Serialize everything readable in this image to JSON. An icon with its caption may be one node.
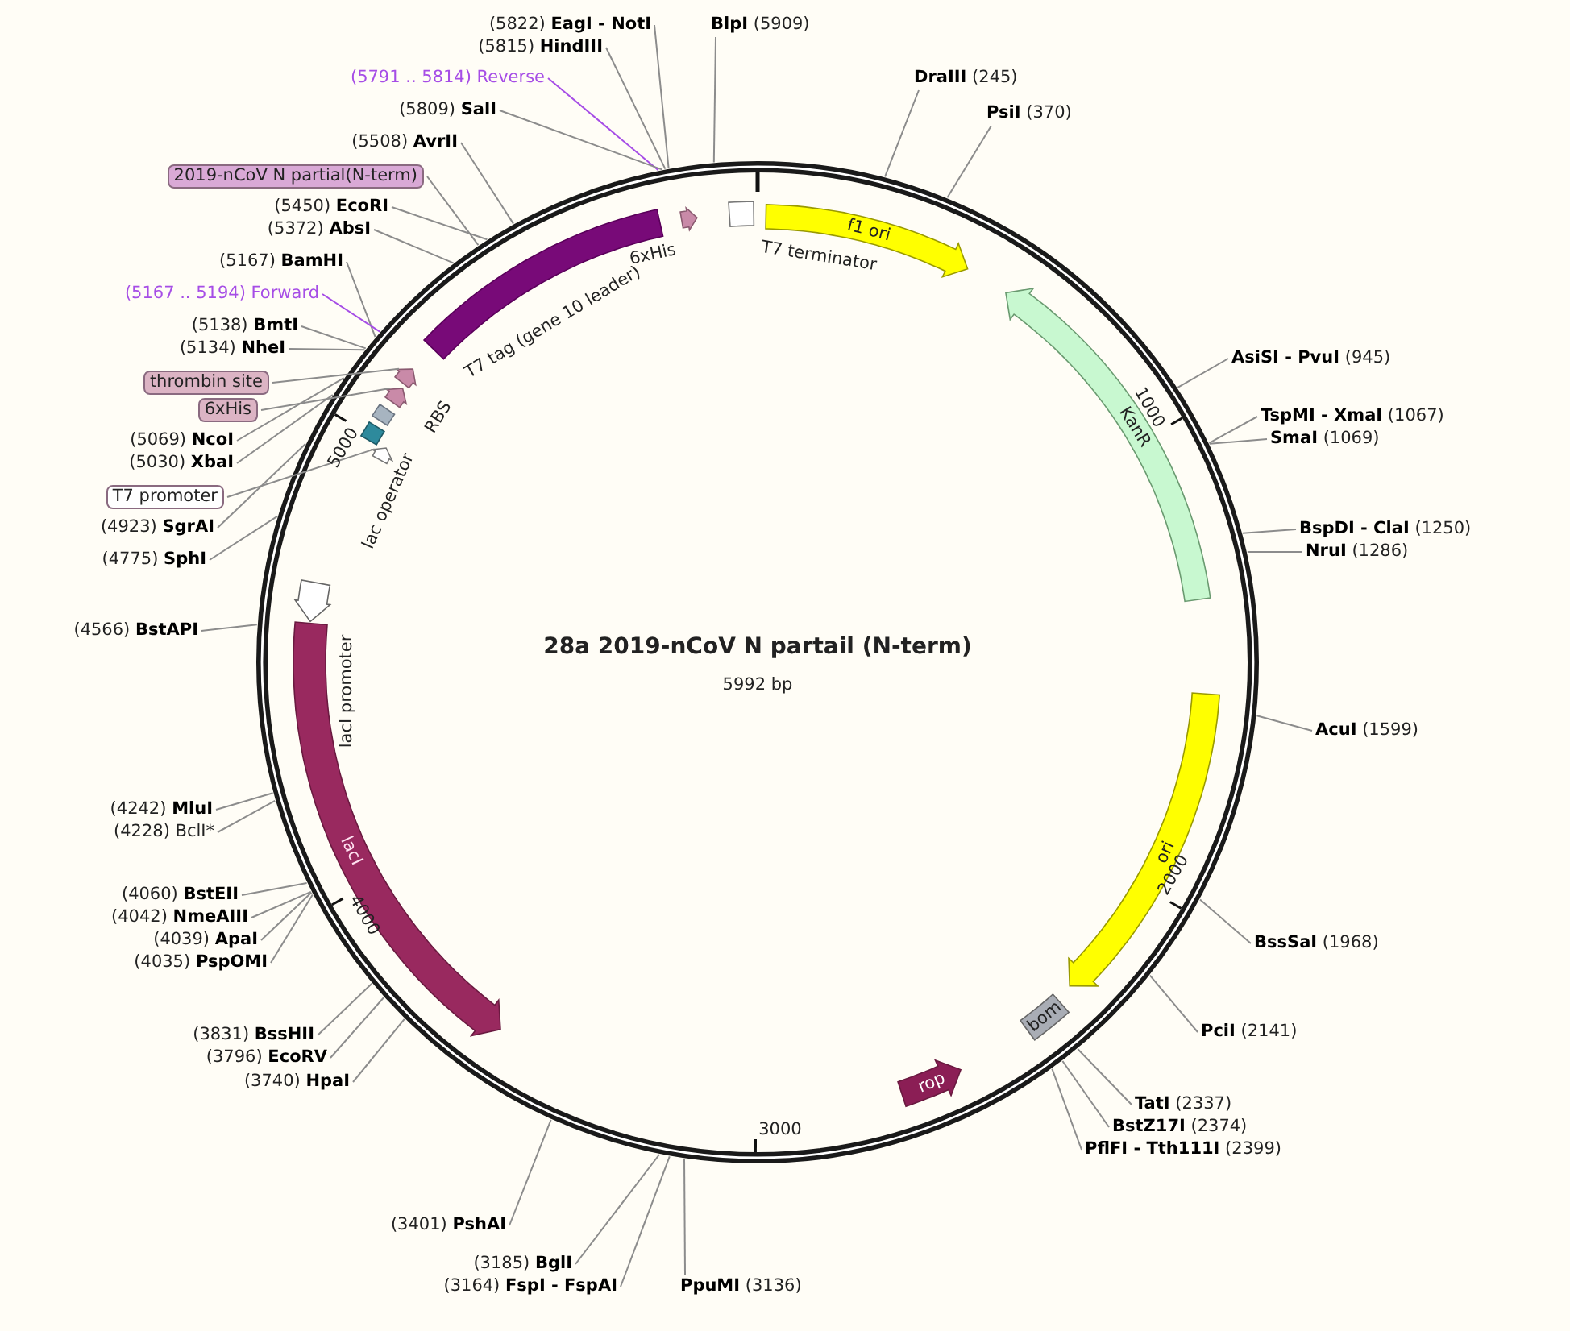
{
  "diagram": {
    "title": "28a 2019-nCoV N partail (N-term)",
    "nodes": [
      {
        "text": [],
        "shape": "circle"
      },
      {
        "text": [
          "(5822) **EagI - NotI**"
        ]
      },
      {
        "text": [
          "(5815) **HindIII**"
        ]
      },
      {
        "text": [
          "(5791 .. 5814) Reverse"
        ]
      },
      {
        "text": [
          "(5809) **SalI**"
        ]
      },
      {
        "text": [
          "(5508) **AvrII**"
        ]
      },
      {
        "text": [
          "2019-nCoV N partial(N-term)"
        ]
      },
      {
        "text": [
          "(5450) **EcoRI**"
        ]
      },
      {
        "text": [
          "(5372) **AbsI**"
        ]
      },
      {
        "text": [
          "(5167) **BamHI**"
        ]
      },
      {
        "text": [
          "(5167 .. 5194) Forward"
        ]
      },
      {
        "text": [
          "(5138) **BmtI**"
        ]
      },
      {
        "text": [
          "(5134) **NheI**"
        ]
      },
      {
        "text": [
          "thrombin site"
        ]
      },
      {
        "text": [
          "6xHis"
        ]
      },
      {
        "text": [
          "(5069) **NcoI**"
        ]
      },
      {
        "text": [
          "(5030) **XbaI**"
        ]
      },
      {
        "text": [
          "T7 promoter"
        ]
      },
      {
        "text": [
          "(4923) **SgrAI**"
        ]
      },
      {
        "text": [
          "(4775) **SphI**"
        ]
      },
      {
        "text": [
          "(4566) **BstAPI**"
        ]
      },
      {
        "text": [
          "(4242) **MluI**"
        ]
      },
      {
        "text": [
          "(4228) BclI*"
        ]
      },
      {
        "text": [
          "(4060) **BstEII**"
        ]
      },
      {
        "text": [
          "(4042) **NmeAIII**"
        ]
      },
      {
        "text": [
          "(4039) **ApaI**"
        ]
      },
      {
        "text": [
          "(4035) **PspOMI**"
        ]
      },
      {
        "text": [
          "(3831) **BssHII**"
        ]
      },
      {
        "text": [
          "(3796) **EcoRV**"
        ]
      },
      {
        "text": [
          "(3740) **HpaI**"
        ]
      },
      {
        "text": [
          "(3401) **PshAI**"
        ]
      },
      {
        "text": [
          "(3185) **BglI**"
        ]
      },
      {
        "text": [
          "(3164) **FspI - FspAI**"
        ]
      },
      {
        "text": [
          "**PpuMI** (3136)"
        ]
      },
      {
        "text": [
          "**TatI** (2337)"
        ]
      },
      {
        "text": [
          "**BstZ17I** (2374)"
        ]
      },
      {
        "text": [
          "**PflFI - Tth111I** (2399)"
        ]
      },
      {
        "text": [
          "**PciI** (2141)"
        ]
      },
      {
        "text": [
          "**BssSaI** (1968)"
        ]
      },
      {
        "text": [
          "**AcuI** (1599)"
        ]
      },
      {
        "text": [
          "**NruI** (1286)"
        ]
      },
      {
        "text": [
          "**BspDI - ClaI** (1250)"
        ]
      },
      {
        "text": [
          "**SmaI** (1069)"
        ]
      },
      {
        "text": [
          "**TspMI - XmaI** (1067)"
        ]
      },
      {
        "text": [
          "**AsiSI - PvuI** (945)"
        ]
      },
      {
        "text": [
          "**PsiI** (370)"
        ]
      },
      {
        "text": [
          "**DraIII** (245)"
        ]
      },
      {
        "text": [
          "**BlpI** (5909)"
        ]
      },
      {
        "text": [
          "f1 ori"
        ],
        "in": 0
      },
      {
        "text": [],
        "shape": "box",
        "in": 0
      },
      {
        "text": [],
        "shape": "arrow",
        "in": 0
      },
      {
        "text": [],
        "shape": "bar",
        "beside": [
          "T7 tag (gene 10 leader)"
        ],
        "in": 0
      },
      {
        "text": [],
        "shape": "arrow",
        "in": 0
      },
      {
        "text": [],
        "shape": "arrow",
        "in": 0
      },
      {
        "text": [],
        "shape": "box",
        "in": 0
      },
      {
        "text": [],
        "shape": "arrow",
        "in": 0
      },
      {
        "text": [],
        "shape": "box",
        "beside": [
          "lac operator"
        ],
        "in": 0
      },
      {
        "text": [],
        "shape": "arrow",
        "in": 0
      },
      {
        "text": [
          "lacI"
        ],
        "in": 0
      },
      {
        "text": [
          "rop"
        ],
        "in": 0
      },
      {
        "text": [
          "bom"
        ],
        "in": 0
      },
      {
        "text": [
          "ori"
        ],
        "in": 0
      },
      {
        "text": [
          "KanR"
        ],
        "in": 0
      }
    ],
    "edges": [
      {
        "from": 1,
        "to": 0,
        "arrow": "none"
      },
      {
        "from": 2,
        "to": 0,
        "arrow": "none"
      },
      {
        "from": 3,
        "to": 0,
        "arrow": "none",
        "color": "#a64de6"
      },
      {
        "from": 4,
        "to": 0,
        "arrow": "none"
      },
      {
        "from": 5,
        "to": 0,
        "arrow": "none"
      },
      {
        "from": 6,
        "to": 0,
        "arrow": "none"
      },
      {
        "from": 7,
        "to": 0,
        "arrow": "none"
      },
      {
        "from": 8,
        "to": 0,
        "arrow": "none"
      },
      {
        "from": 9,
        "to": 0,
        "arrow": "none"
      },
      {
        "from": 10,
        "to": 0,
        "arrow": "none",
        "color": "#a64de6"
      },
      {
        "from": 11,
        "to": 0,
        "arrow": "none"
      },
      {
        "from": 12,
        "to": 0,
        "arrow": "none"
      },
      {
        "from": 13,
        "to": 52,
        "arrow": "none"
      },
      {
        "from": 14,
        "to": 53,
        "arrow": "none"
      },
      {
        "from": 15,
        "to": 0,
        "arrow": "none"
      },
      {
        "from": 16,
        "to": 0,
        "arrow": "none"
      },
      {
        "from": 17,
        "to": 55,
        "arrow": "none"
      },
      {
        "from": 18,
        "to": 0,
        "arrow": "none"
      },
      {
        "from": 19,
        "to": 0,
        "arrow": "none"
      },
      {
        "from": 20,
        "to": 0,
        "arrow": "none"
      },
      {
        "from": 21,
        "to": 0,
        "arrow": "none"
      },
      {
        "from": 22,
        "to": 0,
        "arrow": "none"
      },
      {
        "from": 23,
        "to": 0,
        "arrow": "none"
      },
      {
        "from": 24,
        "to": 0,
        "arrow": "none"
      },
      {
        "from": 25,
        "to": 0,
        "arrow": "none"
      },
      {
        "from": 26,
        "to": 0,
        "arrow": "none"
      },
      {
        "from": 27,
        "to": 0,
        "arrow": "none"
      },
      {
        "from": 28,
        "to": 0,
        "arrow": "none"
      },
      {
        "from": 29,
        "to": 0,
        "arrow": "none"
      },
      {
        "from": 30,
        "to": 0,
        "arrow": "none"
      },
      {
        "from": 31,
        "to": 0,
        "arrow": "none"
      },
      {
        "from": 32,
        "to": 0,
        "arrow": "none"
      },
      {
        "from": 33,
        "to": 0,
        "arrow": "none"
      },
      {
        "from": 34,
        "to": 0,
        "arrow": "none"
      },
      {
        "from": 35,
        "to": 0,
        "arrow": "none"
      },
      {
        "from": 36,
        "to": 0,
        "arrow": "none"
      },
      {
        "from": 37,
        "to": 0,
        "arrow": "none"
      },
      {
        "from": 38,
        "to": 0,
        "arrow": "none"
      },
      {
        "from": 39,
        "to": 0,
        "arrow": "none"
      },
      {
        "from": 40,
        "to": 0,
        "arrow": "none"
      },
      {
        "from": 41,
        "to": 0,
        "arrow": "none"
      },
      {
        "from": 42,
        "to": 0,
        "arrow": "none"
      },
      {
        "from": 43,
        "to": 0,
        "arrow": "none"
      },
      {
        "from": 44,
        "to": 0,
        "arrow": "none"
      },
      {
        "from": 45,
        "to": 0,
        "arrow": "none"
      },
      {
        "from": 46,
        "to": 0,
        "arrow": "none"
      },
      {
        "from": 47,
        "to": 0,
        "arrow": "none"
      }
    ],
    "labels": [
      "5992 bp",
      "1000",
      "2000",
      "3000",
      "4000",
      "5000",
      "T7 terminator",
      "6xHis",
      "RBS",
      "lacI promoter"
    ]
  }
}
